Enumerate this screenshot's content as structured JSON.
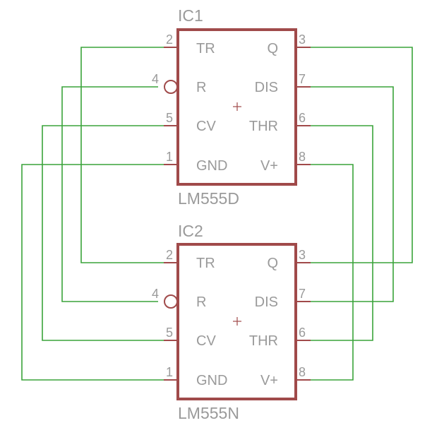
{
  "colors": {
    "component": "#a04a4a",
    "wire": "#3aa33a",
    "text": "#9a9a9a",
    "background": "#ffffff"
  },
  "components": [
    {
      "ref": "IC1",
      "value": "LM555D",
      "pins": [
        {
          "num": "2",
          "name": "TR"
        },
        {
          "num": "4",
          "name": "R"
        },
        {
          "num": "5",
          "name": "CV"
        },
        {
          "num": "1",
          "name": "GND"
        },
        {
          "num": "3",
          "name": "Q"
        },
        {
          "num": "7",
          "name": "DIS"
        },
        {
          "num": "6",
          "name": "THR"
        },
        {
          "num": "8",
          "name": "V+"
        }
      ]
    },
    {
      "ref": "IC2",
      "value": "LM555N",
      "pins": [
        {
          "num": "2",
          "name": "TR"
        },
        {
          "num": "4",
          "name": "R"
        },
        {
          "num": "5",
          "name": "CV"
        },
        {
          "num": "1",
          "name": "GND"
        },
        {
          "num": "3",
          "name": "Q"
        },
        {
          "num": "7",
          "name": "DIS"
        },
        {
          "num": "6",
          "name": "THR"
        },
        {
          "num": "8",
          "name": "V+"
        }
      ]
    }
  ]
}
